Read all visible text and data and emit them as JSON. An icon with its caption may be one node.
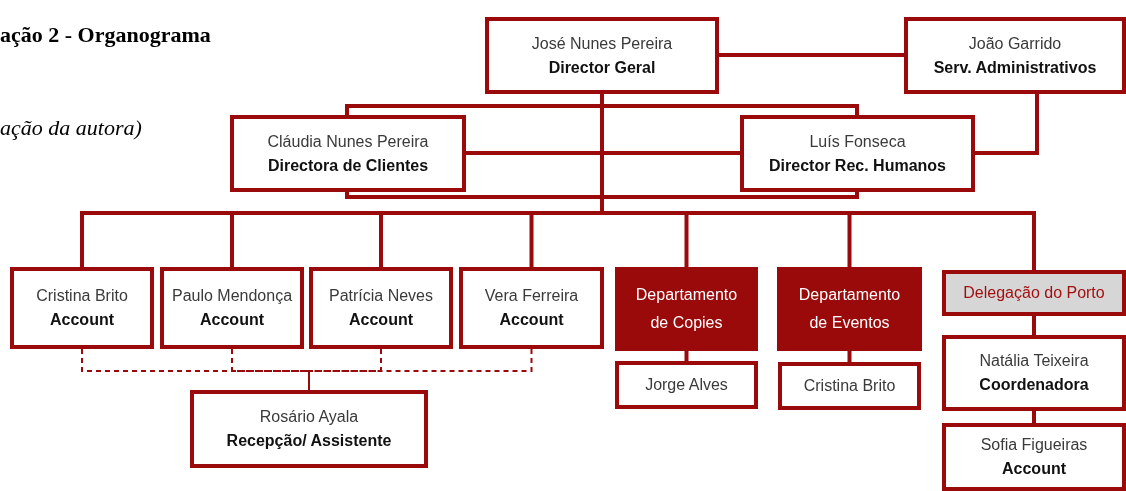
{
  "diagram": {
    "title": "ação 2 - Organograma",
    "nodes": [
      {
        "text": [
          "José Nunes Pereira",
          "Director Geral"
        ]
      },
      {
        "text": [
          "João Garrido",
          "Serv. Administrativos"
        ]
      },
      {
        "text": [
          "Cláudia Nunes Pereira",
          "Directora de Clientes"
        ]
      },
      {
        "text": [
          "Luís Fonseca",
          "Director Rec. Humanos"
        ]
      },
      {
        "text": [
          "Cristina Brito",
          "Account"
        ]
      },
      {
        "text": [
          "Paulo Mendonça",
          "Account"
        ]
      },
      {
        "text": [
          "Patrícia Neves",
          "Account"
        ]
      },
      {
        "text": [
          "Vera Ferreira",
          "Account"
        ]
      },
      {
        "text": [
          "Departamento de Copies"
        ]
      },
      {
        "text": [
          "Departamento de Eventos"
        ]
      },
      {
        "text": [
          "Delegação do Porto"
        ]
      },
      {
        "text": [
          "Rosário Ayala",
          "Recepção/ Assistente"
        ]
      },
      {
        "text": [
          "Jorge Alves"
        ]
      },
      {
        "text": [
          "Cristina Brito"
        ]
      },
      {
        "text": [
          "Natália Teixeira",
          "Coordenadora"
        ]
      },
      {
        "text": [
          "Sofia Figueiras",
          "Account"
        ]
      }
    ],
    "edges": [
      {
        "from": 0,
        "to": 1,
        "arrow": "none"
      },
      {
        "from": 2,
        "to": 3,
        "arrow": "none"
      },
      {
        "from": 1,
        "to": 3,
        "arrow": "none"
      },
      {
        "from": 0,
        "to": 4,
        "arrow": "none"
      },
      {
        "from": 0,
        "to": 5,
        "arrow": "none"
      },
      {
        "from": 0,
        "to": 6,
        "arrow": "none"
      },
      {
        "from": 0,
        "to": 7,
        "arrow": "none"
      },
      {
        "from": 0,
        "to": 8,
        "arrow": "none"
      },
      {
        "from": 0,
        "to": 9,
        "arrow": "none"
      },
      {
        "from": 0,
        "to": 10,
        "arrow": "none"
      },
      {
        "from": 4,
        "to": 11,
        "arrow": "none",
        "style": "dashed"
      },
      {
        "from": 5,
        "to": 11,
        "arrow": "none",
        "style": "dashed"
      },
      {
        "from": 6,
        "to": 11,
        "arrow": "none",
        "style": "dashed"
      },
      {
        "from": 7,
        "to": 11,
        "arrow": "none",
        "style": "dashed"
      },
      {
        "from": 8,
        "to": 12,
        "arrow": "none"
      },
      {
        "from": 9,
        "to": 13,
        "arrow": "none"
      },
      {
        "from": 10,
        "to": 14,
        "arrow": "none"
      },
      {
        "from": 14,
        "to": 15,
        "arrow": "none"
      }
    ],
    "labels": [
      "ação da autora)"
    ]
  }
}
